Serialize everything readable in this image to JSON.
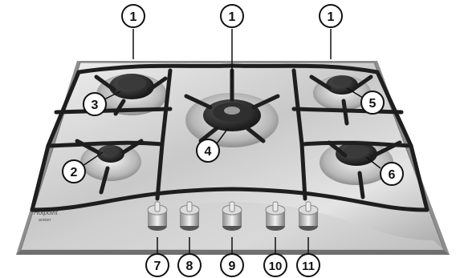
{
  "brand": {
    "name": "Hotpoint",
    "sub": "ariston"
  },
  "callouts": {
    "c1a": "1",
    "c1b": "1",
    "c1c": "1",
    "c2": "2",
    "c3": "3",
    "c4": "4",
    "c5": "5",
    "c6": "6",
    "c7": "7",
    "c8": "8",
    "c9": "9",
    "c10": "10",
    "c11": "11"
  },
  "colors": {
    "steel_light": "#dcdcdc",
    "steel_dark": "#9a9a9a",
    "grate": "#1e1e1e",
    "burner_cap": "#2a2a2a",
    "callout_stroke": "#111111"
  }
}
